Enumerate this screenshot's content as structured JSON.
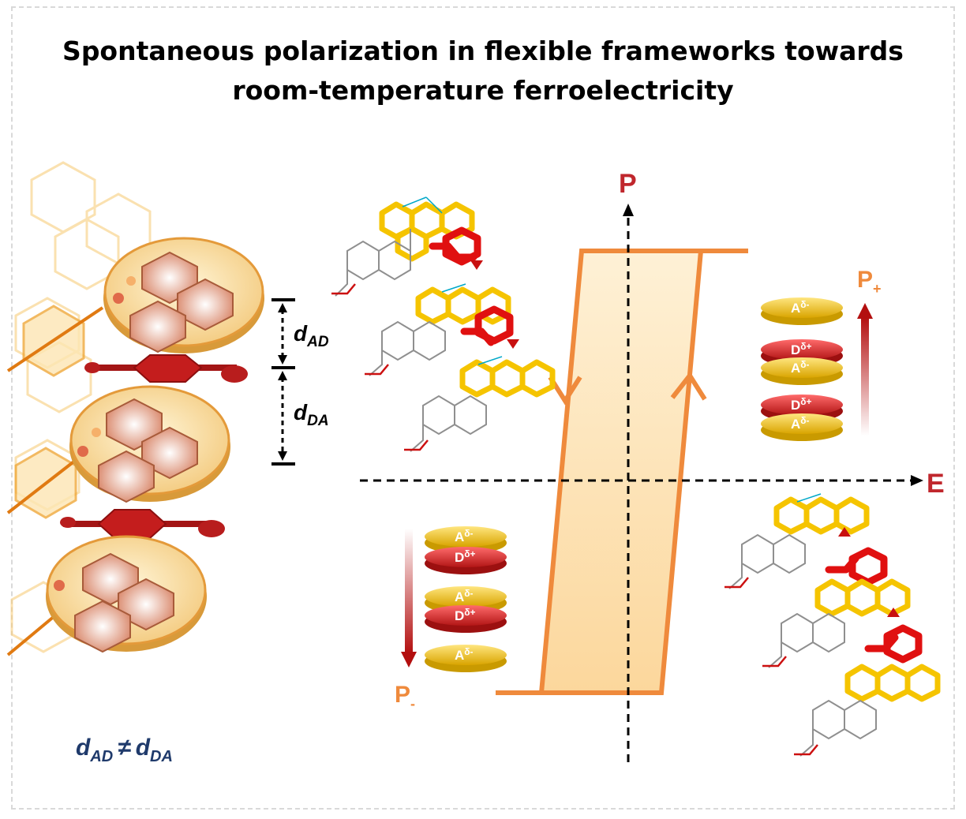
{
  "title": "Spontaneous polarization in flexible frameworks towards room-temperature ferroelectricity",
  "axes": {
    "y_label": "P",
    "x_label": "E"
  },
  "distances": {
    "d_ad": {
      "main": "d",
      "sub": "AD"
    },
    "d_da": {
      "main": "d",
      "sub": "DA"
    },
    "inequality": {
      "left_main": "d",
      "left_sub": "AD",
      "symbol": "≠",
      "right_main": "d",
      "right_sub": "DA"
    }
  },
  "polarization_labels": {
    "p_plus": {
      "main": "P",
      "sub": "+"
    },
    "p_minus": {
      "main": "P",
      "sub": "-"
    }
  },
  "stack_plus": [
    {
      "role": "acceptor",
      "text": "A",
      "sup": "δ-"
    },
    {
      "role": "donor",
      "text": "D",
      "sup": "δ+"
    },
    {
      "role": "acceptor",
      "text": "A",
      "sup": "δ-"
    },
    {
      "role": "donor",
      "text": "D",
      "sup": "δ+"
    },
    {
      "role": "acceptor",
      "text": "A",
      "sup": "δ-"
    }
  ],
  "stack_minus": [
    {
      "role": "acceptor",
      "text": "A",
      "sup": "δ-"
    },
    {
      "role": "donor",
      "text": "D",
      "sup": "δ+"
    },
    {
      "role": "acceptor",
      "text": "A",
      "sup": "δ-"
    },
    {
      "role": "donor",
      "text": "D",
      "sup": "δ+"
    },
    {
      "role": "acceptor",
      "text": "A",
      "sup": "δ-"
    }
  ],
  "colors": {
    "loop": "#ef8a3c",
    "loop_fill": "#fde9c2",
    "axis": "#000000",
    "axis_label": "#c0272d",
    "acceptor": "#f2c318",
    "donor": "#e02828",
    "pos_label": "#ef8a3c",
    "inequality": "#1f3a6b"
  }
}
